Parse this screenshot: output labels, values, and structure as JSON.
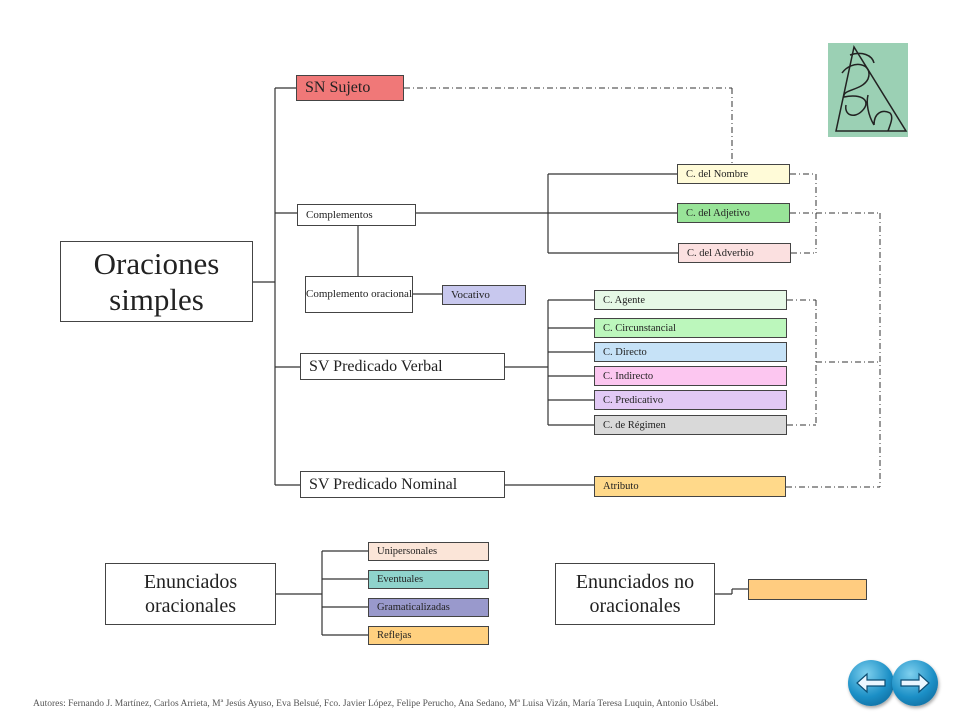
{
  "main": {
    "root": "Oraciones simples",
    "sujeto": "SN Sujeto",
    "complementos": "Complementos",
    "complemento_oracional": "Complemento oracional",
    "vocativo": "Vocativo",
    "predicado_verbal": "SV Predicado Verbal",
    "predicado_nominal": "SV Predicado Nominal",
    "complementos_sintagma": [
      "C. del Nombre",
      "C. del Adjetivo",
      "C. del Adverbio"
    ],
    "complementos_verbo": [
      "C. Agente",
      "C. Circunstancial",
      "C. Directo",
      "C. Indirecto",
      "C. Predicativo",
      "C. de Régimen"
    ],
    "atributo": "Atributo"
  },
  "enunciados": {
    "oracionales": "Enunciados oracionales",
    "tipos": [
      "Unipersonales",
      "Eventuales",
      "Gramaticalizadas",
      "Reflejas"
    ],
    "no_oracionales": "Enunciados no oracionales",
    "no_oracionales_item": ""
  },
  "colors": {
    "sujeto": "#f07878",
    "vocativo": "#c8c8ee",
    "c_nombre": "#fffbd8",
    "c_adjetivo": "#98e498",
    "c_adverbio": "#fbe0e0",
    "c_agente": "#e6f8e6",
    "c_circunstancial": "#bcf7bc",
    "c_directo": "#c6e2f7",
    "c_indirecto": "#fcc6f0",
    "c_predicativo": "#e2c9f5",
    "c_regimen": "#d9d9d9",
    "atributo": "#ffd98a",
    "unipersonales": "#fbe5d8",
    "eventuales": "#8fd3cc",
    "gramaticalizadas": "#9999cc",
    "reflejas": "#ffd07f",
    "no_oracional_item": "#ffcc80"
  },
  "logo": {
    "icon": "bch-logo-icon"
  },
  "nav": {
    "prev_icon": "arrow-left-icon",
    "next_icon": "arrow-right-icon"
  },
  "footer": "Autores: Fernando J. Martínez, Carlos Arrieta, Mª Jesús Ayuso, Eva Belsué, Fco. Javier López, Felipe Perucho, Ana Sedano, Mª Luisa Vizán, María Teresa Luquin, Antonio Usábel."
}
